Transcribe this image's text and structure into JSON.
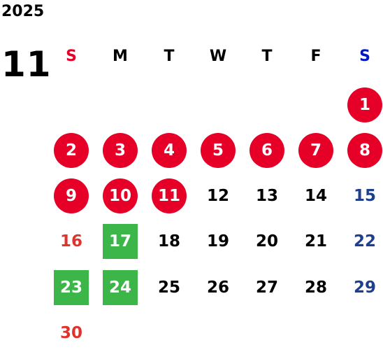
{
  "calendar": {
    "year": "2025",
    "month": "11",
    "weekdays": [
      {
        "label": "S",
        "color": "#e60027"
      },
      {
        "label": "M",
        "color": "#000000"
      },
      {
        "label": "T",
        "color": "#000000"
      },
      {
        "label": "W",
        "color": "#000000"
      },
      {
        "label": "T",
        "color": "#000000"
      },
      {
        "label": "F",
        "color": "#000000"
      },
      {
        "label": "S",
        "color": "#0019c8"
      }
    ],
    "weeks": [
      [
        null,
        null,
        null,
        null,
        null,
        null,
        {
          "day": "1",
          "style": "red-circle"
        }
      ],
      [
        {
          "day": "2",
          "style": "red-circle"
        },
        {
          "day": "3",
          "style": "red-circle"
        },
        {
          "day": "4",
          "style": "red-circle"
        },
        {
          "day": "5",
          "style": "red-circle"
        },
        {
          "day": "6",
          "style": "red-circle"
        },
        {
          "day": "7",
          "style": "red-circle"
        },
        {
          "day": "8",
          "style": "red-circle"
        }
      ],
      [
        {
          "day": "9",
          "style": "red-circle"
        },
        {
          "day": "10",
          "style": "red-circle"
        },
        {
          "day": "11",
          "style": "red-circle"
        },
        {
          "day": "12",
          "style": "plain"
        },
        {
          "day": "13",
          "style": "plain"
        },
        {
          "day": "14",
          "style": "plain"
        },
        {
          "day": "15",
          "style": "sat"
        }
      ],
      [
        {
          "day": "16",
          "style": "sun"
        },
        {
          "day": "17",
          "style": "green-box"
        },
        {
          "day": "18",
          "style": "plain"
        },
        {
          "day": "19",
          "style": "plain"
        },
        {
          "day": "20",
          "style": "plain"
        },
        {
          "day": "21",
          "style": "plain"
        },
        {
          "day": "22",
          "style": "sat"
        }
      ],
      [
        {
          "day": "23",
          "style": "green-box"
        },
        {
          "day": "24",
          "style": "green-box"
        },
        {
          "day": "25",
          "style": "plain"
        },
        {
          "day": "26",
          "style": "plain"
        },
        {
          "day": "27",
          "style": "plain"
        },
        {
          "day": "28",
          "style": "plain"
        },
        {
          "day": "29",
          "style": "sat"
        }
      ],
      [
        {
          "day": "30",
          "style": "sun"
        },
        null,
        null,
        null,
        null,
        null,
        null
      ]
    ],
    "colors": {
      "highlight_red": "#e60027",
      "highlight_green": "#3cb549",
      "sunday_text": "#e0332b",
      "saturday_text": "#1e3f8e"
    }
  }
}
